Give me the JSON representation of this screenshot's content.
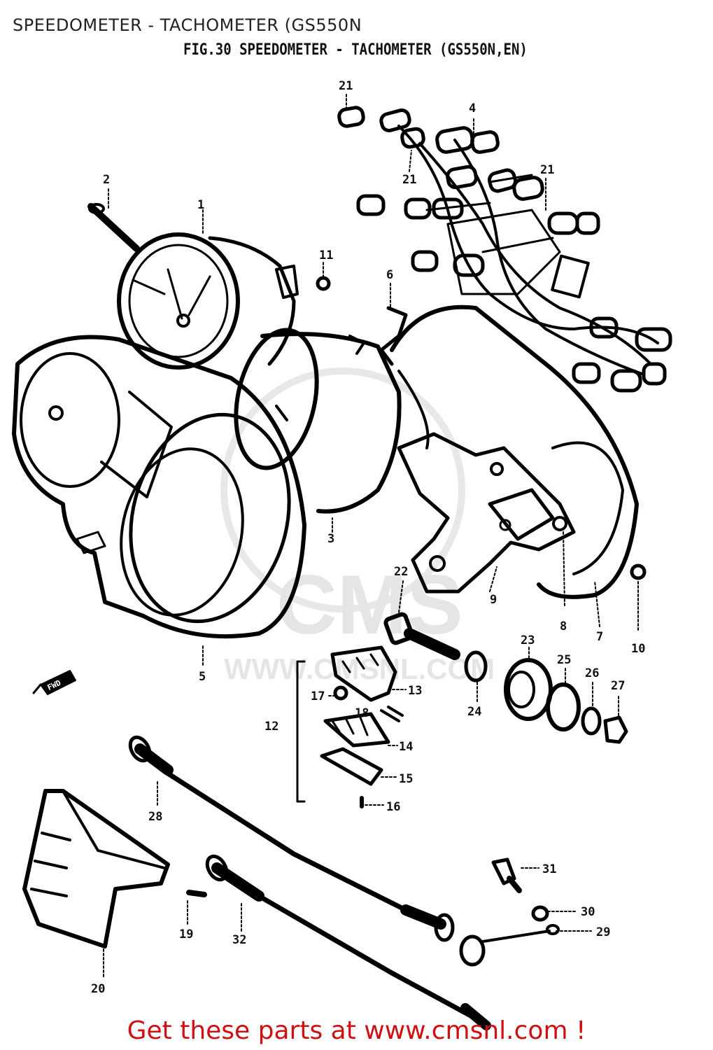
{
  "header": {
    "title": "SPEEDOMETER - TACHOMETER (GS550N",
    "figure_title": "FIG.30 SPEEDOMETER - TACHOMETER (GS550N,EN)"
  },
  "watermark": {
    "brand": "CMS",
    "url": "WWW.CMSNL.COM"
  },
  "direction_badge": "FWD",
  "parts": [
    {
      "id": "1",
      "label": "1"
    },
    {
      "id": "2",
      "label": "2"
    },
    {
      "id": "3",
      "label": "3"
    },
    {
      "id": "4",
      "label": "4"
    },
    {
      "id": "5",
      "label": "5"
    },
    {
      "id": "6",
      "label": "6"
    },
    {
      "id": "7",
      "label": "7"
    },
    {
      "id": "8",
      "label": "8"
    },
    {
      "id": "9",
      "label": "9"
    },
    {
      "id": "10",
      "label": "10"
    },
    {
      "id": "11",
      "label": "11"
    },
    {
      "id": "12",
      "label": "12"
    },
    {
      "id": "13",
      "label": "13"
    },
    {
      "id": "14",
      "label": "14"
    },
    {
      "id": "15",
      "label": "15"
    },
    {
      "id": "16",
      "label": "16"
    },
    {
      "id": "17",
      "label": "17"
    },
    {
      "id": "18",
      "label": "18"
    },
    {
      "id": "19",
      "label": "19"
    },
    {
      "id": "20",
      "label": "20"
    },
    {
      "id": "21a",
      "label": "21"
    },
    {
      "id": "21b",
      "label": "21"
    },
    {
      "id": "21c",
      "label": "21"
    },
    {
      "id": "22",
      "label": "22"
    },
    {
      "id": "23",
      "label": "23"
    },
    {
      "id": "24",
      "label": "24"
    },
    {
      "id": "25",
      "label": "25"
    },
    {
      "id": "26",
      "label": "26"
    },
    {
      "id": "27",
      "label": "27"
    },
    {
      "id": "28",
      "label": "28"
    },
    {
      "id": "29",
      "label": "29"
    },
    {
      "id": "30",
      "label": "30"
    },
    {
      "id": "31",
      "label": "31"
    },
    {
      "id": "32",
      "label": "32"
    }
  ],
  "footer": {
    "cta": "Get these parts at www.cmsnl.com !"
  }
}
